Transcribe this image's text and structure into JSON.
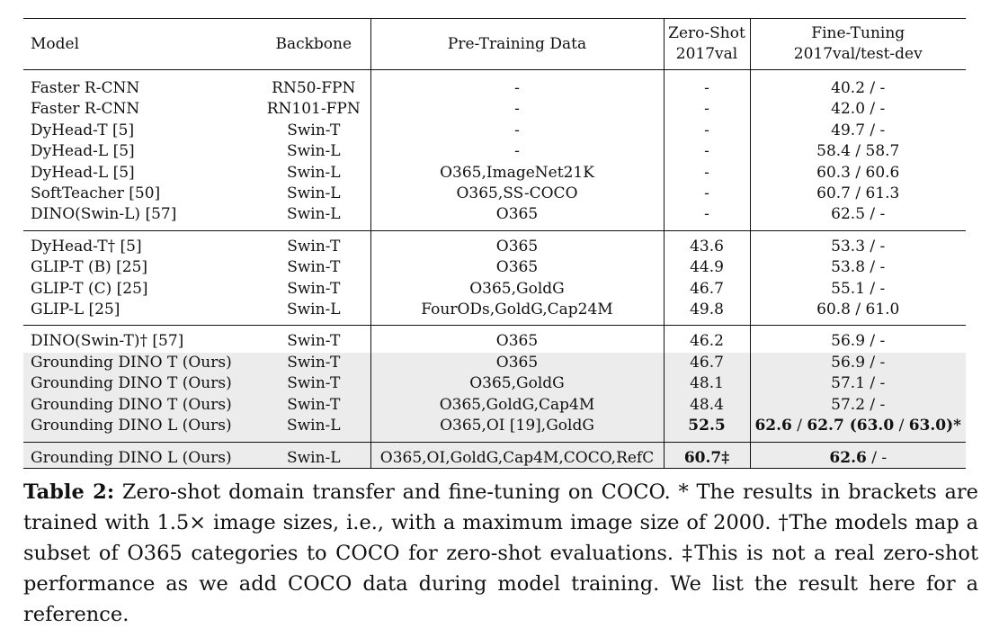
{
  "table": {
    "headers": {
      "model": "Model",
      "backbone": "Backbone",
      "pretrain": "Pre-Training Data",
      "zeroshot_1": "Zero-Shot",
      "zeroshot_2": "2017val",
      "finetune_1": "Fine-Tuning",
      "finetune_2": "2017val/test-dev"
    },
    "group1": [
      {
        "model": "Faster R-CNN",
        "backbone": "RN50-FPN",
        "pretrain": "-",
        "zeroshot": "-",
        "finetune": "40.2 / -"
      },
      {
        "model": "Faster R-CNN",
        "backbone": "RN101-FPN",
        "pretrain": "-",
        "zeroshot": "-",
        "finetune": "42.0 / -"
      },
      {
        "model": "DyHead-T [5]",
        "backbone": "Swin-T",
        "pretrain": "-",
        "zeroshot": "-",
        "finetune": "49.7 / -"
      },
      {
        "model": "DyHead-L [5]",
        "backbone": "Swin-L",
        "pretrain": "-",
        "zeroshot": "-",
        "finetune": "58.4 / 58.7"
      },
      {
        "model": "DyHead-L [5]",
        "backbone": "Swin-L",
        "pretrain": "O365,ImageNet21K",
        "zeroshot": "-",
        "finetune": "60.3 / 60.6"
      },
      {
        "model": "SoftTeacher [50]",
        "backbone": "Swin-L",
        "pretrain": "O365,SS-COCO",
        "zeroshot": "-",
        "finetune": "60.7 / 61.3"
      },
      {
        "model": "DINO(Swin-L) [57]",
        "backbone": "Swin-L",
        "pretrain": "O365",
        "zeroshot": "-",
        "finetune": "62.5 / -"
      }
    ],
    "group2": [
      {
        "model": "DyHead-T† [5]",
        "backbone": "Swin-T",
        "pretrain": "O365",
        "zeroshot": "43.6",
        "finetune": "53.3 / -"
      },
      {
        "model": "GLIP-T (B) [25]",
        "backbone": "Swin-T",
        "pretrain": "O365",
        "zeroshot": "44.9",
        "finetune": "53.8 / -"
      },
      {
        "model": "GLIP-T (C) [25]",
        "backbone": "Swin-T",
        "pretrain": "O365,GoldG",
        "zeroshot": "46.7",
        "finetune": "55.1 / -"
      },
      {
        "model": "GLIP-L [25]",
        "backbone": "Swin-L",
        "pretrain": "FourODs,GoldG,Cap24M",
        "zeroshot": "49.8",
        "finetune": "60.8 / 61.0"
      }
    ],
    "group3": [
      {
        "model": "DINO(Swin-T)† [57]",
        "backbone": "Swin-T",
        "pretrain": "O365",
        "zeroshot": "46.2",
        "finetune": "56.9 / -"
      },
      {
        "model": "Grounding DINO T (Ours)",
        "backbone": "Swin-T",
        "pretrain": "O365",
        "zeroshot": "46.7",
        "finetune": "56.9 / -"
      },
      {
        "model": "Grounding DINO T (Ours)",
        "backbone": "Swin-T",
        "pretrain": "O365,GoldG",
        "zeroshot": "48.1",
        "finetune": "57.1 / -"
      },
      {
        "model": "Grounding DINO T (Ours)",
        "backbone": "Swin-T",
        "pretrain": "O365,GoldG,Cap4M",
        "zeroshot": "48.4",
        "finetune": "57.2 / -"
      },
      {
        "model": "Grounding DINO L (Ours)",
        "backbone": "Swin-L",
        "pretrain": "O365,OI [19],GoldG",
        "zeroshot": "52.5",
        "finetune_bold": "62.6",
        "finetune_sep1": " / ",
        "finetune_bold2": "62.7",
        "finetune_paren_open": " (",
        "finetune_bold3": "63.0",
        "finetune_sep2": " / ",
        "finetune_bold4": "63.0",
        "finetune_tail": ")*"
      }
    ],
    "group4": [
      {
        "model": "Grounding DINO L (Ours)",
        "backbone": "Swin-L",
        "pretrain": "O365,OI,GoldG,Cap4M,COCO,RefC",
        "zeroshot": "60.7‡",
        "finetune_bold": "62.6",
        "finetune_tail": " / -"
      }
    ]
  },
  "caption": {
    "label": "Table 2:",
    "text": " Zero-shot domain transfer and fine-tuning on COCO. * The results in brackets are trained with 1.5× image sizes, i.e., with a maximum image size of 2000. †The models map a subset of O365 categories to COCO for zero-shot evaluations. ‡This is not a real zero-shot performance as we add COCO data during model training. We list the result here for a reference."
  }
}
